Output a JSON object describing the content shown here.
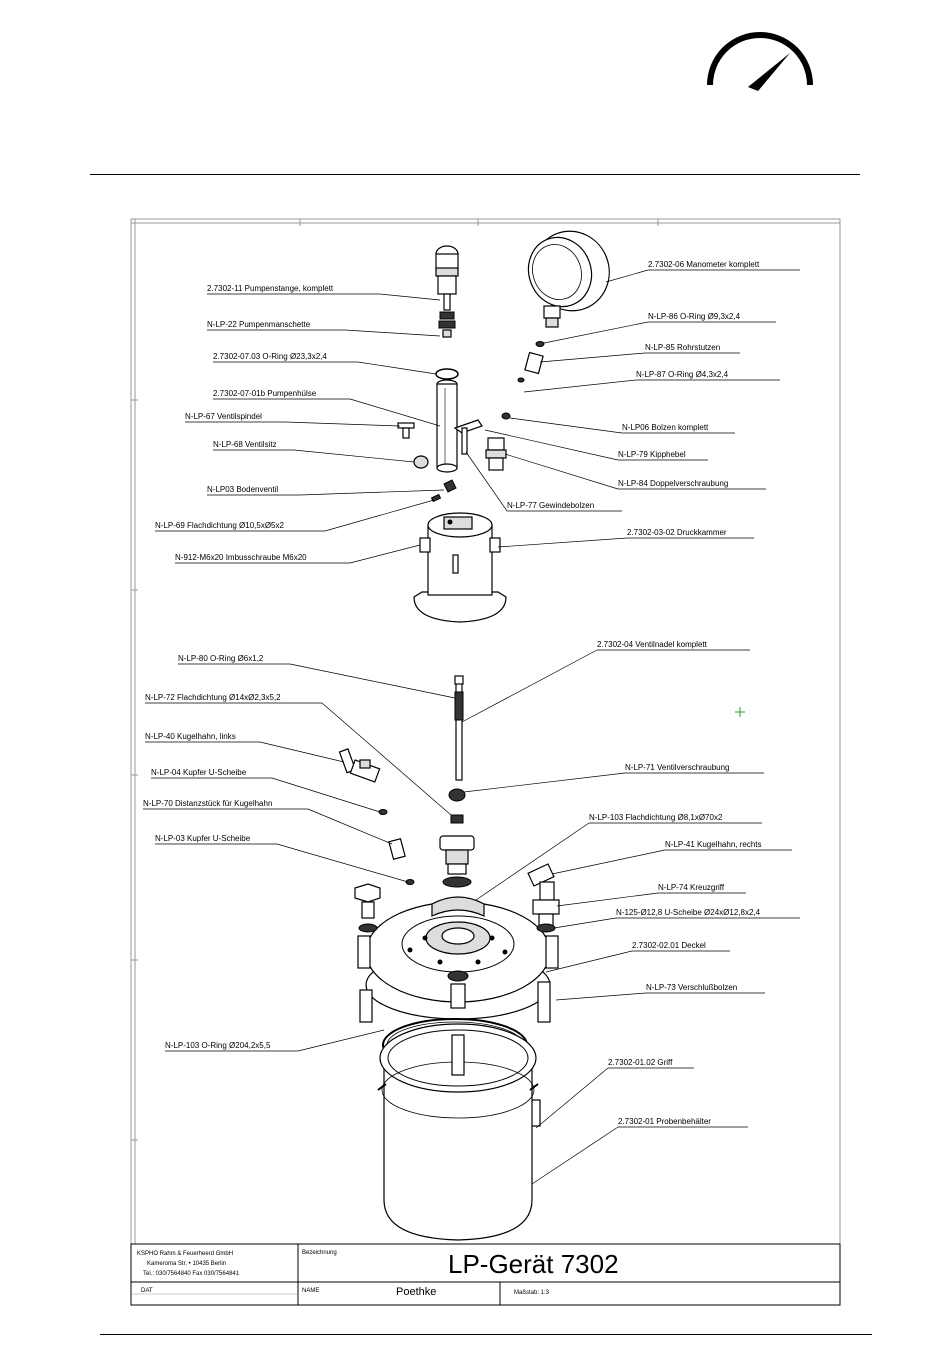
{
  "title_block": {
    "company_line1": "KSPHO Rahm & Feuerheerd GmbH",
    "company_line2": "Kameroma Str. • 10435 Berlin",
    "company_line3": "Tel.: 030/7564840 Fax 030/7564841",
    "bezeichnung_label": "Bezeichnung",
    "title": "LP-Gerät 7302",
    "date_label": "DAT",
    "name_label": "NAME",
    "name_value": "Poethke",
    "scale_label": "Maßstab: 1:3"
  },
  "labels": [
    {
      "id": "pumpenstange",
      "text": "2.7302-11 Pumpenstange, komplett"
    },
    {
      "id": "pumpenmanschette",
      "text": "N-LP-22 Pumpenmanschette"
    },
    {
      "id": "oring-23",
      "text": "2.7302-07.03 O-Ring Ø23,3x2,4"
    },
    {
      "id": "pumpenhuelse",
      "text": "2.7302-07-01b Pumpenhülse"
    },
    {
      "id": "ventilspindel",
      "text": "N-LP-67 Ventilspindel"
    },
    {
      "id": "ventilsitz",
      "text": "N-LP-68 Ventilsitz"
    },
    {
      "id": "bodenventil",
      "text": "N-LP03 Bodenventil"
    },
    {
      "id": "flachdichtung-10",
      "text": "N-LP-69 Flachdichtung Ø10,5xØ5x2"
    },
    {
      "id": "imbusschraube",
      "text": "N-912-M6x20 Imbusschraube M6x20"
    },
    {
      "id": "manometer",
      "text": "2.7302-06 Manometer komplett"
    },
    {
      "id": "oring-9",
      "text": "N-LP-86 O-Ring Ø9,3x2,4"
    },
    {
      "id": "rohrstutzen",
      "text": "N-LP-85 Rohrstutzen"
    },
    {
      "id": "oring-4",
      "text": "N-LP-87 O-Ring Ø4,3x2,4"
    },
    {
      "id": "bolzen",
      "text": "N-LP06 Bolzen komplett"
    },
    {
      "id": "kipphebel",
      "text": "N-LP-79 Kipphebel"
    },
    {
      "id": "doppelverschraubung",
      "text": "N-LP-84 Doppelverschraubung"
    },
    {
      "id": "gewindebolzen",
      "text": "N-LP-77 Gewindebolzen"
    },
    {
      "id": "druckkammer",
      "text": "2.7302-03-02 Druckkammer"
    },
    {
      "id": "oring-6",
      "text": "N-LP-80 O-Ring Ø6x1,2"
    },
    {
      "id": "flachdichtung-14",
      "text": "N-LP-72 Flachdichtung Ø14xØ2,3x5,2"
    },
    {
      "id": "kugelhahn-links",
      "text": "N-LP-40 Kugelhahn, links"
    },
    {
      "id": "kupfer-04",
      "text": "N-LP-04 Kupfer U-Scheibe"
    },
    {
      "id": "distanzstueck",
      "text": "N-LP-70 Distanzstück für Kugelhahn"
    },
    {
      "id": "kupfer-03",
      "text": "N-LP-03 Kupfer U-Scheibe"
    },
    {
      "id": "ventilnadel",
      "text": "2.7302-04 Ventilnadel komplett"
    },
    {
      "id": "ventilverschraubung",
      "text": "N-LP-71 Ventilverschraubung"
    },
    {
      "id": "flachdichtung-8",
      "text": "N-LP-103 Flachdichtung Ø8,1xØ70x2"
    },
    {
      "id": "kugelhahn-rechts",
      "text": "N-LP-41 Kugelhahn, rechts"
    },
    {
      "id": "kreuzgriff",
      "text": "N-LP-74 Kreuzgriff"
    },
    {
      "id": "u-scheibe",
      "text": "N-125-Ø12,8 U-Scheibe Ø24xØ12,8x2,4"
    },
    {
      "id": "deckel",
      "text": "2.7302-02.01 Deckel"
    },
    {
      "id": "verschlussbolzen",
      "text": "N-LP-73 Verschlußbolzen"
    },
    {
      "id": "oring-204",
      "text": "N-LP-103 O-Ring Ø204,2x5,5"
    },
    {
      "id": "griff",
      "text": "2.7302-01.02 Griff"
    },
    {
      "id": "probenbehaelter",
      "text": "2.7302-01 Probenbehälter"
    }
  ]
}
